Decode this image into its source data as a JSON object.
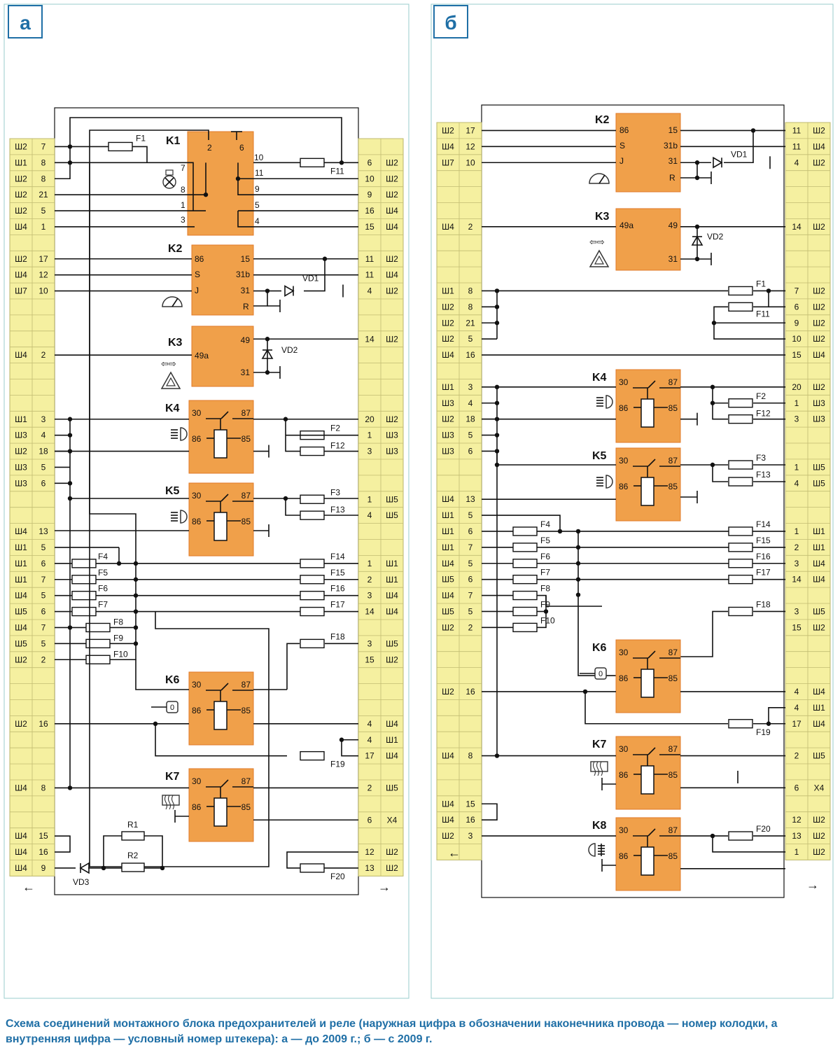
{
  "panel_a": {
    "label": "а",
    "left_pins": [
      [
        "Ш2",
        "7"
      ],
      [
        "Ш1",
        "8"
      ],
      [
        "Ш2",
        "8"
      ],
      [
        "Ш2",
        "21"
      ],
      [
        "Ш2",
        "5"
      ],
      [
        "Ш4",
        "1"
      ],
      [
        "",
        ""
      ],
      [
        "Ш2",
        "17"
      ],
      [
        "Ш4",
        "12"
      ],
      [
        "Ш7",
        "10"
      ],
      [
        "",
        ""
      ],
      [
        "",
        ""
      ],
      [
        "",
        ""
      ],
      [
        "Ш4",
        "2"
      ],
      [
        "",
        ""
      ],
      [
        "",
        ""
      ],
      [
        "",
        ""
      ],
      [
        "Ш1",
        "3"
      ],
      [
        "Ш3",
        "4"
      ],
      [
        "Ш2",
        "18"
      ],
      [
        "Ш3",
        "5"
      ],
      [
        "Ш3",
        "6"
      ],
      [
        "",
        ""
      ],
      [
        "",
        ""
      ],
      [
        "Ш4",
        "13"
      ],
      [
        "Ш1",
        "5"
      ],
      [
        "Ш1",
        "6"
      ],
      [
        "Ш1",
        "7"
      ],
      [
        "Ш4",
        "5"
      ],
      [
        "Ш5",
        "6"
      ],
      [
        "Ш4",
        "7"
      ],
      [
        "Ш5",
        "5"
      ],
      [
        "Ш2",
        "2"
      ],
      [
        "",
        ""
      ],
      [
        "",
        ""
      ],
      [
        "",
        ""
      ],
      [
        "Ш2",
        "16"
      ],
      [
        "",
        ""
      ],
      [
        "",
        ""
      ],
      [
        "",
        ""
      ],
      [
        "Ш4",
        "8"
      ],
      [
        "",
        ""
      ],
      [
        "",
        ""
      ],
      [
        "Ш4",
        "15"
      ],
      [
        "Ш4",
        "16"
      ],
      [
        "Ш4",
        "9"
      ]
    ],
    "right_pins": [
      [
        "",
        ""
      ],
      [
        "6",
        "Ш2"
      ],
      [
        "10",
        "Ш2"
      ],
      [
        "9",
        "Ш2"
      ],
      [
        "16",
        "Ш4"
      ],
      [
        "15",
        "Ш4"
      ],
      [
        "",
        ""
      ],
      [
        "11",
        "Ш2"
      ],
      [
        "11",
        "Ш4"
      ],
      [
        "4",
        "Ш2"
      ],
      [
        "",
        ""
      ],
      [
        "",
        ""
      ],
      [
        "14",
        "Ш2"
      ],
      [
        "",
        ""
      ],
      [
        "",
        ""
      ],
      [
        "",
        ""
      ],
      [
        "",
        ""
      ],
      [
        "20",
        "Ш2"
      ],
      [
        "1",
        "Ш3"
      ],
      [
        "3",
        "Ш3"
      ],
      [
        "",
        ""
      ],
      [
        "",
        ""
      ],
      [
        "1",
        "Ш5"
      ],
      [
        "4",
        "Ш5"
      ],
      [
        "",
        ""
      ],
      [
        "",
        ""
      ],
      [
        "1",
        "Ш1"
      ],
      [
        "2",
        "Ш1"
      ],
      [
        "3",
        "Ш4"
      ],
      [
        "14",
        "Ш4"
      ],
      [
        "",
        ""
      ],
      [
        "3",
        "Ш5"
      ],
      [
        "15",
        "Ш2"
      ],
      [
        "",
        ""
      ],
      [
        "",
        ""
      ],
      [
        "",
        ""
      ],
      [
        "4",
        "Ш4"
      ],
      [
        "4",
        "Ш1"
      ],
      [
        "17",
        "Ш4"
      ],
      [
        "",
        ""
      ],
      [
        "2",
        "Ш5"
      ],
      [
        "",
        ""
      ],
      [
        "6",
        "X4"
      ],
      [
        "",
        ""
      ],
      [
        "12",
        "Ш2"
      ],
      [
        "13",
        "Ш2"
      ]
    ],
    "relays": {
      "k1": {
        "name": "K1",
        "pins": [
          "2",
          "6",
          "10",
          "7",
          "11",
          "8",
          "9",
          "1",
          "5",
          "3",
          "4"
        ]
      },
      "k2": {
        "name": "K2",
        "pins": [
          "86",
          "15",
          "S",
          "31b",
          "J",
          "31",
          "R"
        ]
      },
      "k3": {
        "name": "K3",
        "pins": [
          "49a",
          "49",
          "31"
        ]
      },
      "k4": {
        "name": "K4",
        "pins": [
          "30",
          "87",
          "86",
          "85"
        ]
      },
      "k5": {
        "name": "K5",
        "pins": [
          "30",
          "87",
          "86",
          "85"
        ]
      },
      "k6": {
        "name": "K6",
        "pins": [
          "30",
          "87",
          "86",
          "85"
        ]
      },
      "k7": {
        "name": "K7",
        "pins": [
          "30",
          "87",
          "86",
          "85"
        ]
      }
    },
    "fuses": [
      "F1",
      "F11",
      "F2",
      "F12",
      "F3",
      "F13",
      "F4",
      "F14",
      "F5",
      "F15",
      "F6",
      "F16",
      "F7",
      "F17",
      "F8",
      "F9",
      "F10",
      "F18",
      "F19",
      "F20"
    ],
    "components": [
      "VD1",
      "VD2",
      "VD3",
      "R1",
      "R2"
    ],
    "arrows": [
      "←",
      "→"
    ]
  },
  "panel_b": {
    "label": "б",
    "left_pins": [
      [
        "Ш2",
        "17"
      ],
      [
        "Ш4",
        "12"
      ],
      [
        "Ш7",
        "10"
      ],
      [
        "",
        ""
      ],
      [
        "",
        ""
      ],
      [
        "",
        ""
      ],
      [
        "Ш4",
        "2"
      ],
      [
        "",
        ""
      ],
      [
        "",
        ""
      ],
      [
        "",
        ""
      ],
      [
        "Ш1",
        "8"
      ],
      [
        "Ш2",
        "8"
      ],
      [
        "Ш2",
        "21"
      ],
      [
        "Ш2",
        "5"
      ],
      [
        "Ш4",
        "16"
      ],
      [
        "",
        ""
      ],
      [
        "Ш1",
        "3"
      ],
      [
        "Ш3",
        "4"
      ],
      [
        "Ш2",
        "18"
      ],
      [
        "Ш3",
        "5"
      ],
      [
        "Ш3",
        "6"
      ],
      [
        "",
        ""
      ],
      [
        "",
        ""
      ],
      [
        "Ш4",
        "13"
      ],
      [
        "Ш1",
        "5"
      ],
      [
        "Ш1",
        "6"
      ],
      [
        "Ш1",
        "7"
      ],
      [
        "Ш4",
        "5"
      ],
      [
        "Ш5",
        "6"
      ],
      [
        "Ш4",
        "7"
      ],
      [
        "Ш5",
        "5"
      ],
      [
        "Ш2",
        "2"
      ],
      [
        "",
        ""
      ],
      [
        "",
        ""
      ],
      [
        "",
        ""
      ],
      [
        "Ш2",
        "16"
      ],
      [
        "",
        ""
      ],
      [
        "",
        ""
      ],
      [
        "",
        ""
      ],
      [
        "Ш4",
        "8"
      ],
      [
        "",
        ""
      ],
      [
        "",
        ""
      ],
      [
        "Ш4",
        "15"
      ],
      [
        "Ш4",
        "16"
      ],
      [
        "Ш2",
        "3"
      ]
    ],
    "right_pins": [
      [
        "11",
        "Ш2"
      ],
      [
        "11",
        "Ш4"
      ],
      [
        "4",
        "Ш2"
      ],
      [
        "",
        ""
      ],
      [
        "",
        ""
      ],
      [
        "",
        ""
      ],
      [
        "14",
        "Ш2"
      ],
      [
        "",
        ""
      ],
      [
        "",
        ""
      ],
      [
        "",
        ""
      ],
      [
        "7",
        "Ш2"
      ],
      [
        "6",
        "Ш2"
      ],
      [
        "9",
        "Ш2"
      ],
      [
        "10",
        "Ш2"
      ],
      [
        "15",
        "Ш4"
      ],
      [
        "",
        ""
      ],
      [
        "20",
        "Ш2"
      ],
      [
        "1",
        "Ш3"
      ],
      [
        "3",
        "Ш3"
      ],
      [
        "",
        ""
      ],
      [
        "",
        ""
      ],
      [
        "1",
        "Ш5"
      ],
      [
        "4",
        "Ш5"
      ],
      [
        "",
        ""
      ],
      [
        "",
        ""
      ],
      [
        "1",
        "Ш1"
      ],
      [
        "2",
        "Ш1"
      ],
      [
        "3",
        "Ш4"
      ],
      [
        "14",
        "Ш4"
      ],
      [
        "",
        ""
      ],
      [
        "3",
        "Ш5"
      ],
      [
        "15",
        "Ш2"
      ],
      [
        "",
        ""
      ],
      [
        "",
        ""
      ],
      [
        "",
        ""
      ],
      [
        "4",
        "Ш4"
      ],
      [
        "4",
        "Ш1"
      ],
      [
        "17",
        "Ш4"
      ],
      [
        "",
        ""
      ],
      [
        "2",
        "Ш5"
      ],
      [
        "",
        ""
      ],
      [
        "6",
        "X4"
      ],
      [
        "",
        ""
      ],
      [
        "12",
        "Ш2"
      ],
      [
        "13",
        "Ш2"
      ],
      [
        "1",
        "Ш2"
      ]
    ],
    "relays": {
      "k2": {
        "name": "K2",
        "pins": [
          "86",
          "15",
          "S",
          "31b",
          "J",
          "31",
          "R"
        ]
      },
      "k3": {
        "name": "K3",
        "pins": [
          "49a",
          "49",
          "31"
        ]
      },
      "k4": {
        "name": "K4",
        "pins": [
          "30",
          "87",
          "86",
          "85"
        ]
      },
      "k5": {
        "name": "K5",
        "pins": [
          "30",
          "87",
          "86",
          "85"
        ]
      },
      "k6": {
        "name": "K6",
        "pins": [
          "30",
          "87",
          "86",
          "85"
        ]
      },
      "k7": {
        "name": "K7",
        "pins": [
          "30",
          "87",
          "86",
          "85"
        ]
      },
      "k8": {
        "name": "K8",
        "pins": [
          "30",
          "87",
          "86",
          "85"
        ]
      }
    },
    "fuses": [
      "F1",
      "F11",
      "F2",
      "F12",
      "F3",
      "F13",
      "F4",
      "F14",
      "F5",
      "F15",
      "F6",
      "F16",
      "F7",
      "F17",
      "F8",
      "F9",
      "F10",
      "F18",
      "F19",
      "F20"
    ],
    "components": [
      "VD1",
      "VD2"
    ],
    "arrows": [
      "←",
      "→"
    ]
  },
  "caption": "Схема соединений монтажного блока предохранителей и реле (наружная цифра в обозначении наконечника провода — номер колодки, а внутренняя цифра — условный номер штекера): а — до 2009 г.; б — с 2009 г.",
  "colors": {
    "relay": "#f0a04a",
    "relay_dark": "#e07a28",
    "strip": "#f5f0a0",
    "label_border": "#1f6fa6",
    "caption": "#1f6fa6",
    "line": "#111111"
  }
}
